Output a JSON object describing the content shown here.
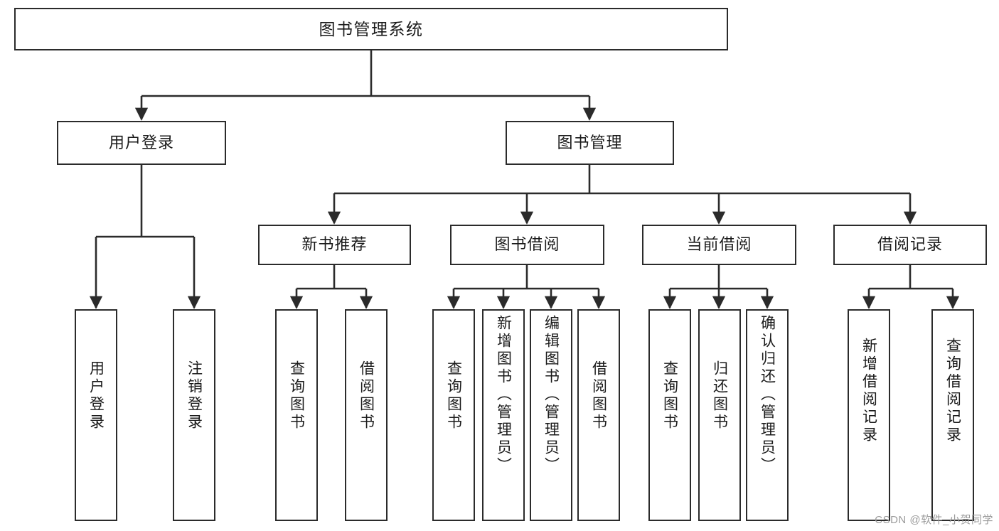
{
  "diagram": {
    "title": "图书管理系统",
    "type": "tree",
    "root": {
      "label": "图书管理系统"
    },
    "level2": [
      {
        "label": "用户登录"
      },
      {
        "label": "图书管理"
      }
    ],
    "level3": [
      {
        "label": "新书推荐"
      },
      {
        "label": "图书借阅"
      },
      {
        "label": "当前借阅"
      },
      {
        "label": "借阅记录"
      }
    ],
    "leaves": {
      "user_login": [
        {
          "label": "用户登录"
        },
        {
          "label": "注销登录"
        }
      ],
      "new_book_recommend": [
        {
          "label": "查询图书"
        },
        {
          "label": "借阅图书"
        }
      ],
      "book_borrow": [
        {
          "label": "查询图书"
        },
        {
          "label": "新增图书（管理员）"
        },
        {
          "label": "编辑图书（管理员）"
        },
        {
          "label": "借阅图书"
        }
      ],
      "current_borrow": [
        {
          "label": "查询图书"
        },
        {
          "label": "归还图书"
        },
        {
          "label": "确认归还（管理员）"
        }
      ],
      "borrow_record": [
        {
          "label": "新增借阅记录"
        },
        {
          "label": "查询借阅记录"
        }
      ]
    },
    "watermark": "CSDN @软件_小贺同学",
    "colors": {
      "stroke": "#2b2b2b",
      "fill": "#ffffff",
      "text": "#1a1a1a",
      "watermark": "#9b9b9b"
    }
  }
}
